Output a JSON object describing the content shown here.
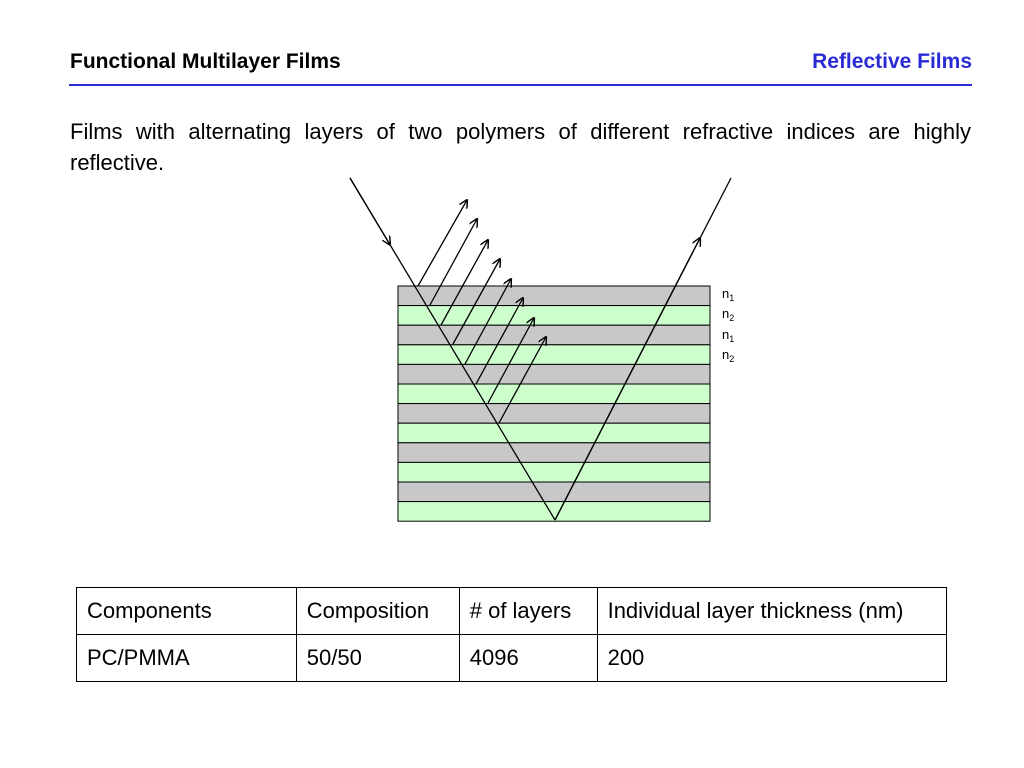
{
  "header": {
    "title": "Functional Multilayer Films",
    "section": "Reflective Films",
    "accent_color": "#2b2bd6"
  },
  "intro": "Films with alternating layers of two polymers of different refractive indices are highly reflective.",
  "diagram": {
    "layer_colors": {
      "n1": "#c8c8c8",
      "n2": "#ccffcc"
    },
    "labels": [
      {
        "base": "n",
        "sub": "1"
      },
      {
        "base": "n",
        "sub": "2"
      },
      {
        "base": "n",
        "sub": "1"
      },
      {
        "base": "n",
        "sub": "2"
      }
    ]
  },
  "table": {
    "headers": [
      "Components",
      "Composition",
      "# of layers",
      "Individual layer thickness (nm)"
    ],
    "rows": [
      [
        "PC/PMMA",
        "50/50",
        "4096",
        "200"
      ]
    ]
  }
}
